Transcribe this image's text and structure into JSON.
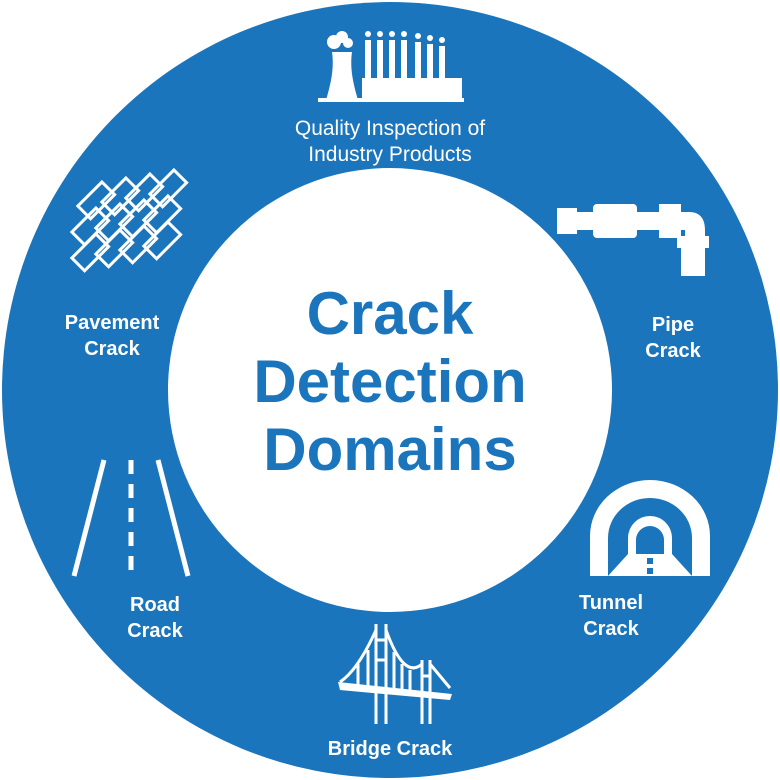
{
  "diagram": {
    "colors": {
      "ring": "#1b75bc",
      "center": "#ffffff",
      "title": "#1b75bc",
      "labels": "#ffffff"
    },
    "center_title": {
      "line1": "Crack",
      "line2": "Detection",
      "line3": "Domains"
    },
    "domains": {
      "industry": {
        "line1": "Quality Inspection of",
        "line2": "Industry Products",
        "icon": "factory-icon"
      },
      "pipe": {
        "line1": "Pipe",
        "line2": "Crack",
        "icon": "pipe-icon"
      },
      "tunnel": {
        "line1": "Tunnel",
        "line2": "Crack",
        "icon": "tunnel-icon"
      },
      "bridge": {
        "line1": "Bridge Crack",
        "icon": "bridge-icon"
      },
      "road": {
        "line1": "Road",
        "line2": "Crack",
        "icon": "road-icon"
      },
      "pavement": {
        "line1": "Pavement",
        "line2": "Crack",
        "icon": "pavement-icon"
      }
    }
  }
}
